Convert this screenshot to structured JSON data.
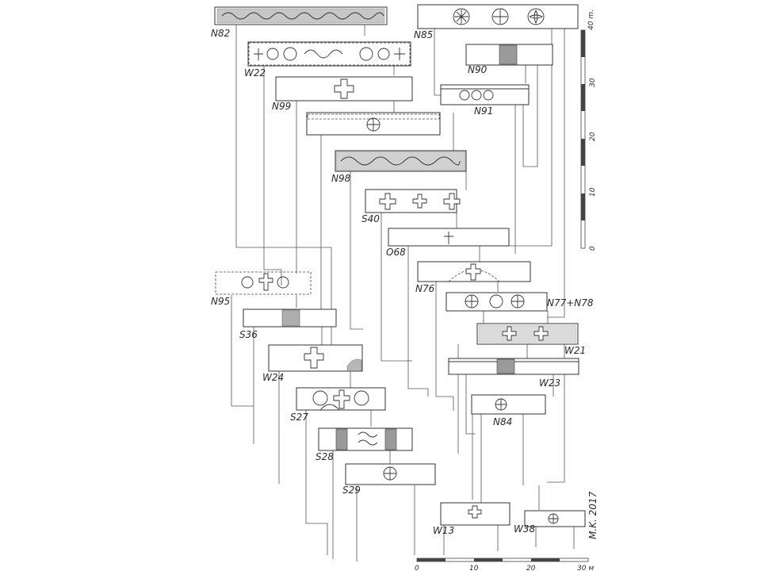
{
  "slabs": {
    "N82": "N82",
    "N85": "N85",
    "N22": "W22",
    "N90": "N90",
    "N99": "N99",
    "N91": "N91",
    "N98": "N98",
    "S40": "S40",
    "O68": "O68",
    "N95": "N95",
    "N76": "N76",
    "N77N78": "N77+N78",
    "S36": "S36",
    "W21": "W21",
    "W24": "W24",
    "W23": "W23",
    "S27": "S27",
    "N84": "N84",
    "S28": "S28",
    "S29": "S29",
    "W13": "W13",
    "W38": "W38"
  },
  "scale_vertical": {
    "ticks": [
      "40 m.",
      "30",
      "20",
      "10",
      "0"
    ]
  },
  "scale_horizontal": {
    "ticks": [
      "0",
      "10",
      "20",
      "30 м"
    ]
  },
  "signature": "M.K. 2017"
}
